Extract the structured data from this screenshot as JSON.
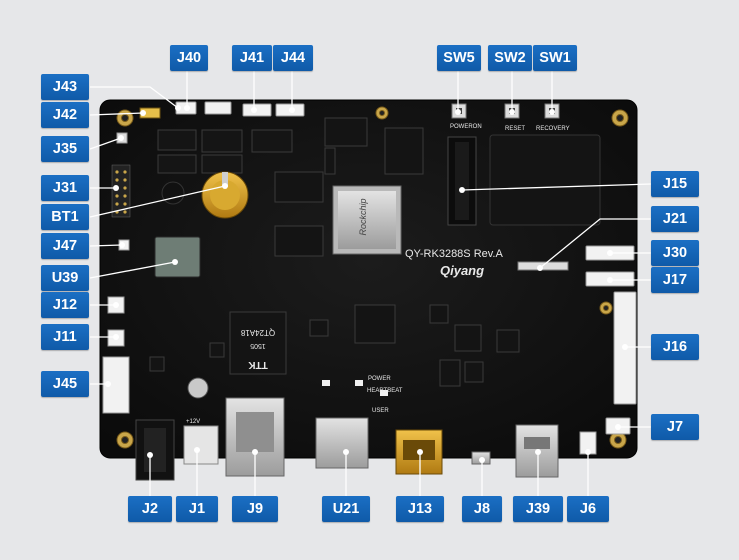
{
  "board": {
    "model": "QY-RK3288S Rev.A",
    "brand": "Qiyang",
    "soc_brand": "Rockchip",
    "net_chip_brand": "TTK",
    "net_chip_code": "QT24A18",
    "net_chip_lot": "1505",
    "silk_poweron": "POWERON",
    "silk_reset": "RESET",
    "silk_recovery": "RECOVERY",
    "silk_power": "POWER",
    "silk_heartbeat": "HEARTBEAT",
    "silk_user": "USER",
    "silk_12v": "+12V"
  },
  "labels": {
    "j40": "J40",
    "j41": "J41",
    "j44": "J44",
    "sw5": "SW5",
    "sw2": "SW2",
    "sw1": "SW1",
    "j43": "J43",
    "j42": "J42",
    "j35": "J35",
    "j31": "J31",
    "bt1": "BT1",
    "j47": "J47",
    "u39": "U39",
    "j12": "J12",
    "j11": "J11",
    "j45": "J45",
    "j15": "J15",
    "j21": "J21",
    "j30": "J30",
    "j17": "J17",
    "j16": "J16",
    "j7": "J7",
    "j2": "J2",
    "j1": "J1",
    "j9": "J9",
    "u21": "U21",
    "j13": "J13",
    "j8": "J8",
    "j39": "J39",
    "j6": "J6"
  }
}
